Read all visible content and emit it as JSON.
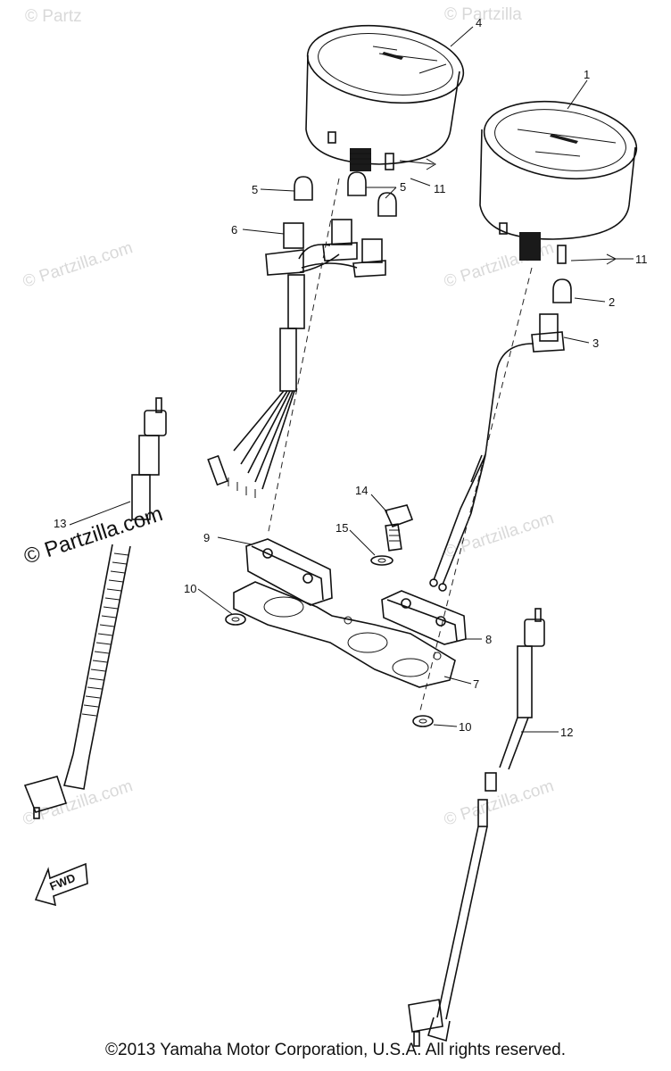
{
  "watermarks": {
    "text": "© Partzilla.com",
    "prominent": "© Partzilla.com",
    "partial_top": "© Partz",
    "partial_top_right": "© Partzilla"
  },
  "callouts": {
    "c1": "1",
    "c2": "2",
    "c3": "3",
    "c4": "4",
    "c5a": "5",
    "c5b": "5",
    "c6": "6",
    "c7": "7",
    "c8": "8",
    "c9": "9",
    "c10a": "10",
    "c10b": "10",
    "c11a": "11",
    "c11b": "11",
    "c12": "12",
    "c13": "13",
    "c14": "14",
    "c15": "15"
  },
  "fwd_label": "FWD",
  "copyright": "©2013 Yamaha Motor Corporation, U.S.A. All rights reserved."
}
